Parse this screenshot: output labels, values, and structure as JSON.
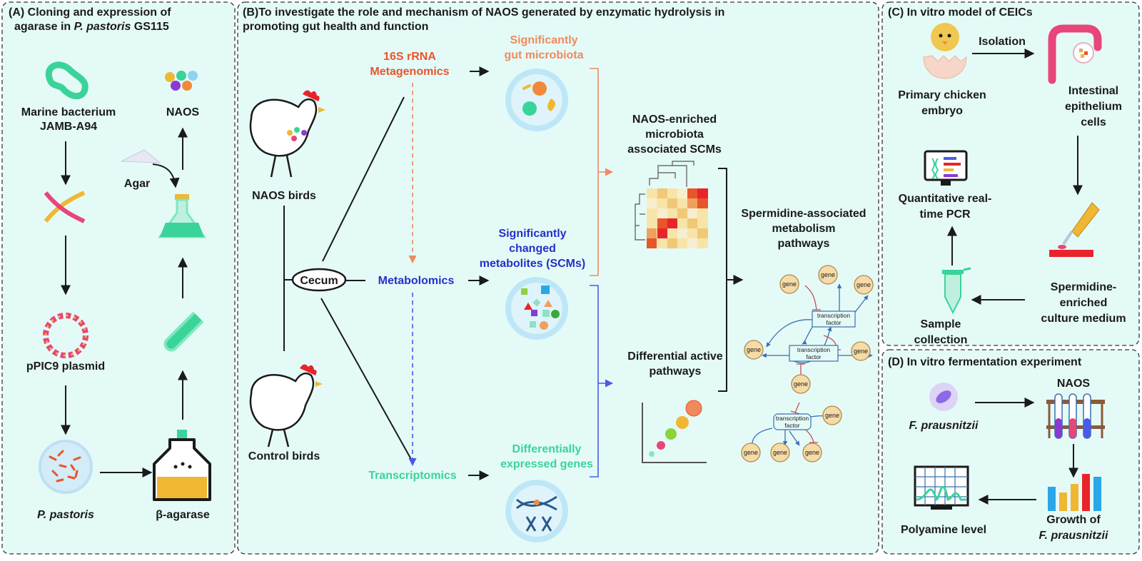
{
  "colors": {
    "panel_bg": "#e4faf7",
    "red": "#e8552b",
    "orange": "#f08a5d",
    "blue": "#2530c8",
    "green": "#3ad39a",
    "black": "#1a1a1a"
  },
  "panels": {
    "a": {
      "title_line1": "(A) Cloning and expression of",
      "title_line2_prefix": "agarase in ",
      "title_line2_italic": "P. pastoris",
      "title_line2_suffix": " GS115",
      "marine_line1": "Marine bacterium",
      "marine_line2": "JAMB-A94",
      "naos": "NAOS",
      "agar": "Agar",
      "plasmid": "pPIC9 plasmid",
      "pastoris": "P. pastoris",
      "agarase": "β-agarase"
    },
    "b": {
      "title_line1": "(B)To investigate the role and mechanism of NAOS generated by enzymatic hydrolysis in",
      "title_line2": "promoting gut health and function",
      "naos_birds": "NAOS birds",
      "control_birds": "Control birds",
      "cecum": "Cecum",
      "rrna_line1": "16S rRNA",
      "rrna_line2": "Metagenomics",
      "metabolomics": "Metabolomics",
      "transcriptomics": "Transcriptomics",
      "sig_gut_line1": "Significantly",
      "sig_gut_line2": "gut microbiota",
      "scm_line1": "Significantly",
      "scm_line2": "changed",
      "scm_line3": "metabolites (SCMs)",
      "deg_line1": "Differentially",
      "deg_line2": "expressed genes",
      "enriched_line1": "NAOS-enriched",
      "enriched_line2": "microbiota",
      "enriched_line3": "associated SCMs",
      "dap_line1": "Differential active",
      "dap_line2": "pathways",
      "spd_line1": "Spermidine-associated",
      "spd_line2": "metabolism",
      "spd_line3": "pathways",
      "gene": "gene",
      "tf_line1": "transcription",
      "tf_line2": "factor"
    },
    "c": {
      "title": "(C) In vitro model of CEICs",
      "isolation": "Isolation",
      "embryo_line1": "Primary chicken",
      "embryo_line2": "embryo",
      "iec_line1": "Intestinal",
      "iec_line2": "epithelium",
      "iec_line3": "cells",
      "qpcr_line1": "Quantitative real-",
      "qpcr_line2": "time PCR",
      "medium_line1": "Spermidine-",
      "medium_line2": "enriched",
      "medium_line3": "culture medium",
      "sample_line1": "Sample",
      "sample_line2": "collection"
    },
    "d": {
      "title": "(D) In vitro fermentation experiment",
      "prausnitzii": "F. prausnitzii",
      "naos": "NAOS",
      "polyamine": "Polyamine level",
      "growth_line1": "Growth of",
      "growth_line2": "F. prausnitzii"
    }
  }
}
